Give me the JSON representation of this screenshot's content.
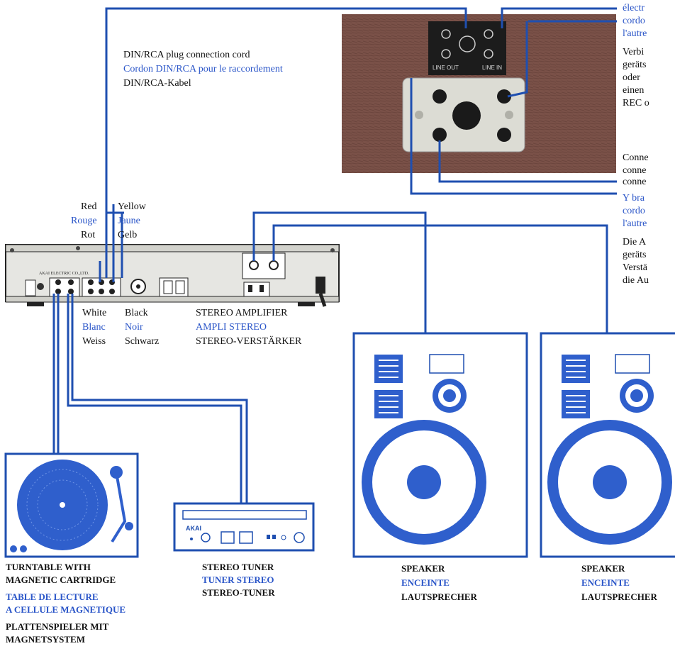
{
  "colors": {
    "cable": "#1f4fb0",
    "text_blue": "#2a55c8",
    "device_fill": "#2f5fcc",
    "wood": "#7a5148"
  },
  "cord_label": {
    "en": "DIN/RCA plug connection cord",
    "fr": "Cordon DIN/RCA pour le raccordement",
    "de": "DIN/RCA-Kabel"
  },
  "recorder_panel": {
    "line_out": "LINE OUT",
    "line_in": "LINE IN"
  },
  "right_notes_top": [
    "électr",
    "cordo",
    "l'autre",
    "Verbi",
    "geräts",
    "oder",
    "einen",
    "REC o"
  ],
  "right_notes_bottom": [
    "Conne",
    "conne",
    "conne",
    "Y bra",
    "cordo",
    "l'autre",
    "Die A",
    "geräts",
    "Verstä",
    "die Au"
  ],
  "colors_left": {
    "en": "Red",
    "fr": "Rouge",
    "de": "Rot"
  },
  "colors_right": {
    "en": "Yellow",
    "fr": "Jaune",
    "de": "Gelb"
  },
  "colors_white": {
    "en": "White",
    "fr": "Blanc",
    "de": "Weiss"
  },
  "colors_black": {
    "en": "Black",
    "fr": "Noir",
    "de": "Schwarz"
  },
  "amp_brand": "AKAI ELECTRIC CO.,LTD.",
  "amplifier": {
    "en": "STEREO AMPLIFIER",
    "fr": "AMPLI STEREO",
    "de": "STEREO-VERSTÄRKER"
  },
  "turntable": {
    "en1": "TURNTABLE WITH",
    "en2": "MAGNETIC CARTRIDGE",
    "fr1": "TABLE DE LECTURE",
    "fr2": "A CELLULE MAGNETIQUE",
    "de1": "PLATTENSPIELER MIT",
    "de2": "MAGNETSYSTEM"
  },
  "tuner": {
    "en": "STEREO TUNER",
    "fr": "TUNER STEREO",
    "de": "STEREO-TUNER",
    "brand": "AKAI"
  },
  "speaker_left": {
    "en": "SPEAKER",
    "fr": "ENCEINTE",
    "de": "LAUTSPRECHER"
  },
  "speaker_right": {
    "en": "SPEAKER",
    "fr": "ENCEINTE",
    "de": "LAUTSPRECHER"
  }
}
